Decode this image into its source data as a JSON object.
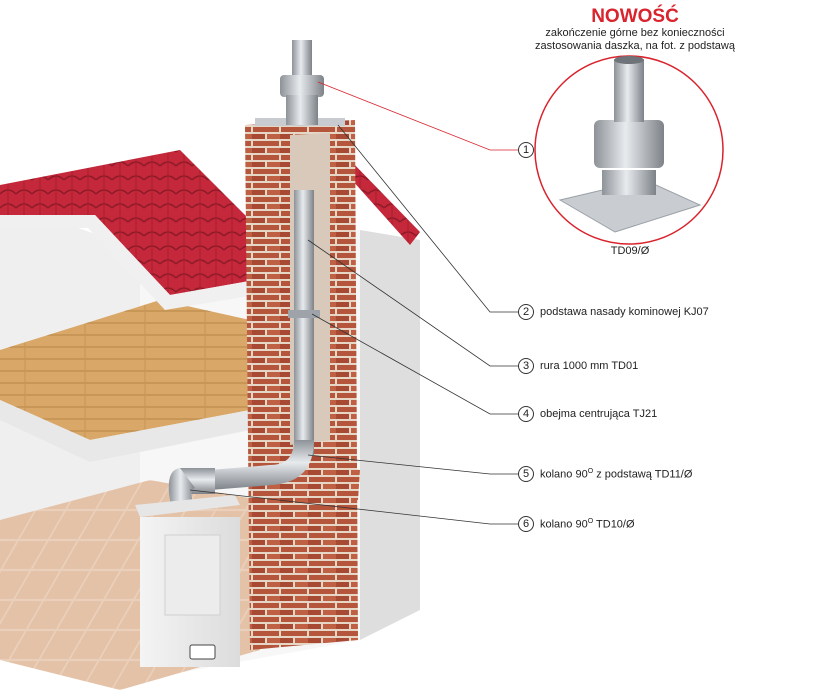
{
  "header": {
    "title": "NOWOŚĆ",
    "subtitle_line1": "zakończenie górne bez konieczności",
    "subtitle_line2": "zastosowania daszka, na fot. z podstawą"
  },
  "product": {
    "number": "1",
    "code": "TD09/Ø"
  },
  "callouts": [
    {
      "number": "2",
      "text": "podstawa nasady kominowej KJ07"
    },
    {
      "number": "3",
      "text": "rura 1000 mm TD01"
    },
    {
      "number": "4",
      "text": "obejma centrująca TJ21"
    },
    {
      "number": "5",
      "text_before": "kolano 90",
      "sup": "O",
      "text_after": " z podstawą TD11/Ø"
    },
    {
      "number": "6",
      "text_before": "kolano 90",
      "sup": "O",
      "text_after": " TD10/Ø"
    }
  ],
  "colors": {
    "accent_red": "#d9232d",
    "roof_red": "#c4283a",
    "brick": "#b5553c",
    "mortar": "#e8d8c8",
    "wall": "#f2f2f2",
    "floor_wood": "#d9a868",
    "tile": "#e8cdb8",
    "steel": "#b8bcc2"
  }
}
